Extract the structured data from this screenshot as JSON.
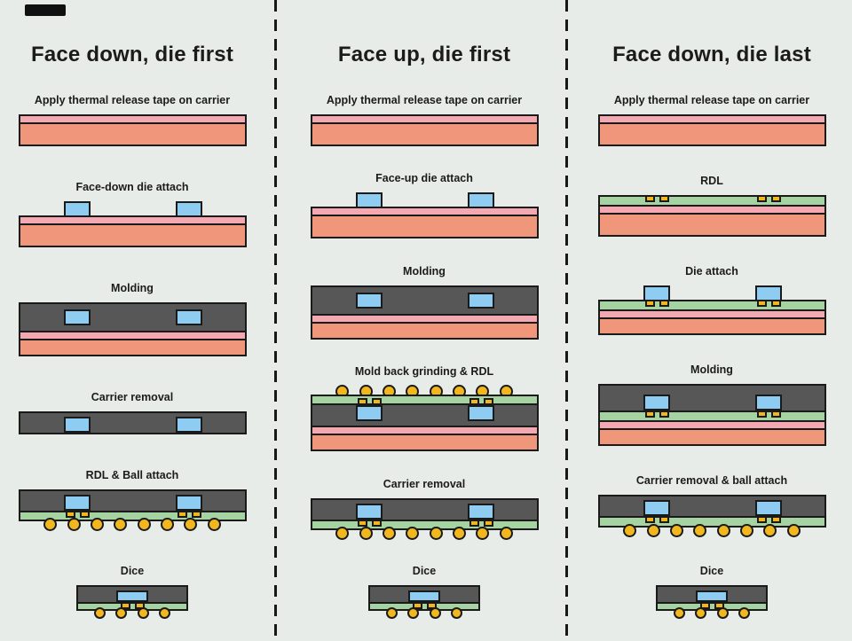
{
  "background": "#e8ece9",
  "colors": {
    "carrier": "#f0967b",
    "tape": "#f4a8b2",
    "die": "#8fccf1",
    "mold": "#575757",
    "rdl": "#a6d3a2",
    "ball": "#f2b71e",
    "border": "#1a1a1a",
    "text": "#1b1b1b",
    "divider": "#181818"
  },
  "columns": [
    {
      "id": "face-down-die-first",
      "title": "Face down, die first",
      "steps": [
        {
          "label": "Apply thermal release tape on carrier",
          "layers": [
            {
              "t": "strip",
              "c": "tape",
              "h": 11
            },
            {
              "t": "strip",
              "c": "carrier",
              "h": 27
            }
          ]
        },
        {
          "label": "Face-down die attach",
          "layers": [
            {
              "t": "dies",
              "centers": [
                0.26,
                0.75
              ]
            },
            {
              "t": "strip",
              "c": "tape",
              "h": 11
            },
            {
              "t": "strip",
              "c": "carrier",
              "h": 27
            }
          ]
        },
        {
          "label": "Molding",
          "layers": [
            {
              "t": "mold",
              "h": 34,
              "pos": "middle",
              "centers": [
                0.26,
                0.75
              ]
            },
            {
              "t": "strip",
              "c": "tape",
              "h": 11
            },
            {
              "t": "strip",
              "c": "carrier",
              "h": 20
            }
          ]
        },
        {
          "label": "Carrier removal",
          "layers": [
            {
              "t": "mold",
              "h": 26,
              "pos": "bottom",
              "centers": [
                0.26,
                0.75
              ]
            }
          ]
        },
        {
          "label": "RDL & Ball attach",
          "layers": [
            {
              "t": "mold",
              "h": 26,
              "pos": "bottom",
              "centers": [
                0.26,
                0.75
              ]
            },
            {
              "t": "rdl",
              "h": 12,
              "pads": "top",
              "centers": [
                0.26,
                0.75
              ]
            },
            {
              "t": "balls",
              "count": 8,
              "span": 0.82,
              "side": "bottom"
            }
          ]
        },
        {
          "label": "Dice",
          "width": 126,
          "layers": [
            {
              "t": "mold",
              "h": 21,
              "pos": "bottom",
              "centers": [
                0.5
              ],
              "diew": 36,
              "dieh": 13
            },
            {
              "t": "rdl",
              "h": 10,
              "pads": "top",
              "centers": [
                0.5
              ]
            },
            {
              "t": "balls",
              "count": 4,
              "span": 0.78,
              "side": "bottom",
              "d": 13
            }
          ]
        }
      ]
    },
    {
      "id": "face-up-die-first",
      "title": "Face up, die first",
      "steps": [
        {
          "label": "Apply thermal release tape on carrier",
          "layers": [
            {
              "t": "strip",
              "c": "tape",
              "h": 11
            },
            {
              "t": "strip",
              "c": "carrier",
              "h": 27
            }
          ]
        },
        {
          "label": "Face-up die attach",
          "layers": [
            {
              "t": "dies",
              "centers": [
                0.26,
                0.75
              ]
            },
            {
              "t": "strip",
              "c": "tape",
              "h": 11
            },
            {
              "t": "strip",
              "c": "carrier",
              "h": 27
            }
          ]
        },
        {
          "label": "Molding",
          "layers": [
            {
              "t": "mold",
              "h": 34,
              "pos": "middle",
              "centers": [
                0.26,
                0.75
              ]
            },
            {
              "t": "strip",
              "c": "tape",
              "h": 11
            },
            {
              "t": "strip",
              "c": "carrier",
              "h": 20
            }
          ]
        },
        {
          "label": "Mold back grinding & RDL",
          "layers": [
            {
              "t": "balls",
              "count": 8,
              "span": 0.82,
              "side": "top"
            },
            {
              "t": "rdl",
              "h": 12,
              "pads": "bottom",
              "centers": [
                0.26,
                0.75
              ]
            },
            {
              "t": "mold",
              "h": 27,
              "pos": "top",
              "centers": [
                0.26,
                0.75
              ]
            },
            {
              "t": "strip",
              "c": "tape",
              "h": 11
            },
            {
              "t": "strip",
              "c": "carrier",
              "h": 20
            }
          ]
        },
        {
          "label": "Carrier removal",
          "layers": [
            {
              "t": "mold",
              "h": 26,
              "pos": "bottom",
              "centers": [
                0.26,
                0.75
              ]
            },
            {
              "t": "rdl",
              "h": 12,
              "pads": "top",
              "centers": [
                0.26,
                0.75
              ]
            },
            {
              "t": "balls",
              "count": 8,
              "span": 0.82,
              "side": "bottom"
            }
          ]
        },
        {
          "label": "Dice",
          "width": 126,
          "layers": [
            {
              "t": "mold",
              "h": 21,
              "pos": "bottom",
              "centers": [
                0.5
              ],
              "diew": 36,
              "dieh": 13
            },
            {
              "t": "rdl",
              "h": 10,
              "pads": "top",
              "centers": [
                0.5
              ]
            },
            {
              "t": "balls",
              "count": 4,
              "span": 0.78,
              "side": "bottom",
              "d": 13
            }
          ]
        }
      ]
    },
    {
      "id": "face-down-die-last",
      "title": "Face down, die last",
      "steps": [
        {
          "label": "Apply thermal release tape on carrier",
          "layers": [
            {
              "t": "strip",
              "c": "tape",
              "h": 11
            },
            {
              "t": "strip",
              "c": "carrier",
              "h": 27
            }
          ]
        },
        {
          "label": "RDL",
          "layers": [
            {
              "t": "rdl",
              "h": 13,
              "pads": "top",
              "centers": [
                0.26,
                0.75
              ]
            },
            {
              "t": "strip",
              "c": "tape",
              "h": 11
            },
            {
              "t": "strip",
              "c": "carrier",
              "h": 27
            }
          ]
        },
        {
          "label": "Die attach",
          "layers": [
            {
              "t": "dies",
              "centers": [
                0.26,
                0.75
              ]
            },
            {
              "t": "rdl",
              "h": 13,
              "pads": "top",
              "centers": [
                0.26,
                0.75
              ]
            },
            {
              "t": "strip",
              "c": "tape",
              "h": 11
            },
            {
              "t": "strip",
              "c": "carrier",
              "h": 20
            }
          ]
        },
        {
          "label": "Molding",
          "layers": [
            {
              "t": "mold",
              "h": 32,
              "pos": "bottom",
              "centers": [
                0.26,
                0.75
              ]
            },
            {
              "t": "rdl",
              "h": 13,
              "pads": "top",
              "centers": [
                0.26,
                0.75
              ]
            },
            {
              "t": "strip",
              "c": "tape",
              "h": 11
            },
            {
              "t": "strip",
              "c": "carrier",
              "h": 20
            }
          ]
        },
        {
          "label": "Carrier removal & ball attach",
          "layers": [
            {
              "t": "mold",
              "h": 26,
              "pos": "bottom",
              "centers": [
                0.26,
                0.75
              ]
            },
            {
              "t": "rdl",
              "h": 13,
              "pads": "top",
              "centers": [
                0.26,
                0.75
              ]
            },
            {
              "t": "balls",
              "count": 8,
              "span": 0.82,
              "side": "bottom"
            }
          ]
        },
        {
          "label": "Dice",
          "width": 126,
          "layers": [
            {
              "t": "mold",
              "h": 21,
              "pos": "bottom",
              "centers": [
                0.5
              ],
              "diew": 36,
              "dieh": 13
            },
            {
              "t": "rdl",
              "h": 10,
              "pads": "top",
              "centers": [
                0.5
              ]
            },
            {
              "t": "balls",
              "count": 4,
              "span": 0.78,
              "side": "bottom",
              "d": 13
            }
          ]
        }
      ]
    }
  ]
}
